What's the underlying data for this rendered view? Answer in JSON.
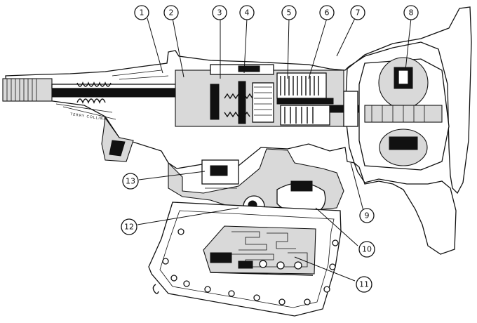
{
  "signature": "TERRY COLLINS",
  "callouts": [
    {
      "id": "1",
      "label": "1"
    },
    {
      "id": "2",
      "label": "2"
    },
    {
      "id": "3",
      "label": "3"
    },
    {
      "id": "4",
      "label": "4"
    },
    {
      "id": "5",
      "label": "5"
    },
    {
      "id": "6",
      "label": "6"
    },
    {
      "id": "7",
      "label": "7"
    },
    {
      "id": "8",
      "label": "8"
    },
    {
      "id": "9",
      "label": "9"
    },
    {
      "id": "10",
      "label": "10"
    },
    {
      "id": "11",
      "label": "11"
    },
    {
      "id": "12",
      "label": "12"
    },
    {
      "id": "13",
      "label": "13"
    }
  ]
}
